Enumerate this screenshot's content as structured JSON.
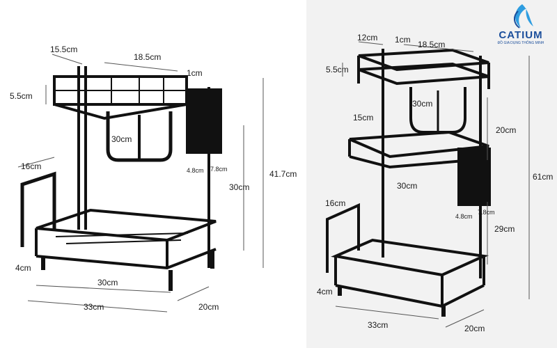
{
  "brand": {
    "name": "CATIUM",
    "tagline": "ĐỒ GIA DỤNG THÔNG MINH",
    "color": "#1b4e9b",
    "accent": "#2e9de0"
  },
  "left_rack": {
    "dims": {
      "top_depth": "15.5cm",
      "top_width": "18.5cm",
      "top_gap": "1cm",
      "top_height": "5.5cm",
      "top_length": "30cm",
      "holder_w": "4.8cm",
      "holder_d": "7.8cm",
      "board_holder": "16cm",
      "lower_height": "30cm",
      "total_height": "41.7cm",
      "bottom_length": "30cm",
      "foot_height": "4cm",
      "base_length": "33cm",
      "base_depth": "20cm"
    }
  },
  "right_rack": {
    "dims": {
      "top_depth": "12cm",
      "top_gap": "1cm",
      "top_width": "18.5cm",
      "top_height": "5.5cm",
      "top_length": "30cm",
      "mid_depth": "15cm",
      "upper_gap": "20cm",
      "mid_length": "30cm",
      "holder_w": "4.8cm",
      "holder_d": "7.8cm",
      "board_holder": "16cm",
      "lower_gap": "29cm",
      "total_height": "61cm",
      "foot_height": "4cm",
      "base_length": "33cm",
      "base_depth": "20cm"
    }
  }
}
